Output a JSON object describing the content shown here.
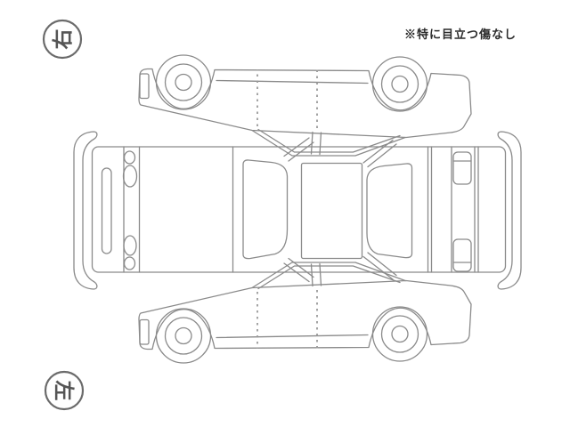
{
  "annotation": {
    "text": "※特に目立つ傷なし"
  },
  "orientation_markers": {
    "top_label": "右",
    "bottom_label": "左"
  },
  "diagram": {
    "views": {
      "top": "right-side-view-mirrored",
      "center": "plan-view",
      "bottom": "left-side-view"
    }
  },
  "colors": {
    "background": "#ffffff",
    "line": "#8a8a8a",
    "dashed_line": "#9a9a9a",
    "marker": "#6b6b6b",
    "note_text": "#2b2b2b"
  }
}
